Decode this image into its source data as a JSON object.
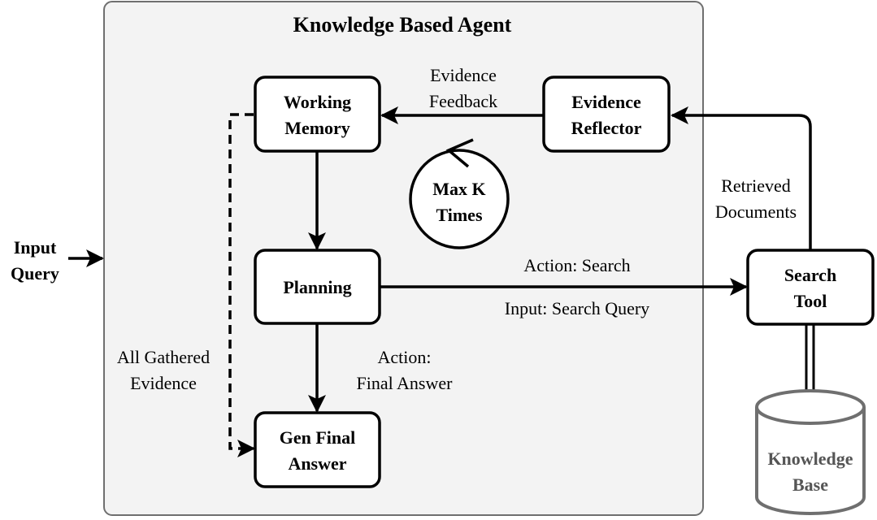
{
  "title": "Knowledge Based Agent",
  "colors": {
    "panel_fill": "#f3f3f3",
    "panel_border": "#6f6f6f",
    "line": "#000000",
    "database_stroke": "#6f6f6f",
    "database_text": "#555555"
  },
  "input": "Input\nQuery",
  "nodes": {
    "working_memory": "Working\nMemory",
    "evidence_reflector": "Evidence\nReflector",
    "loop": "Max K\nTimes",
    "planning": "Planning",
    "gen_final_answer": "Gen Final\nAnswer",
    "search_tool": "Search\nTool",
    "knowledge_base": "Knowledge\nBase"
  },
  "edges": {
    "evidence_feedback": "Evidence\nFeedback",
    "retrieved_documents": "Retrieved\nDocuments",
    "action_search": "Action: Search",
    "input_search_query": "Input: Search Query",
    "action_final_answer": "Action:\nFinal Answer",
    "all_gathered_evidence": "All Gathered\nEvidence"
  }
}
